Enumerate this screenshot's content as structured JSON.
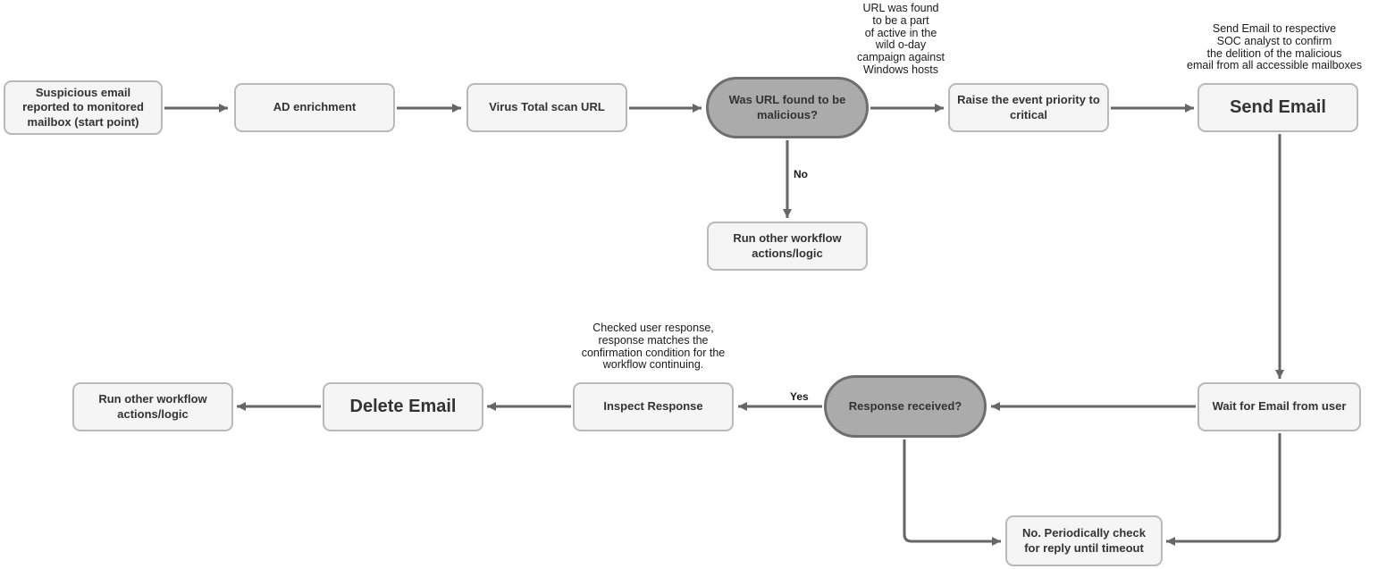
{
  "diagram": {
    "nodes": {
      "start": {
        "label": "Suspicious email reported to monitored mailbox (start point)"
      },
      "ad_enrichment": {
        "label": "AD enrichment"
      },
      "virus_total": {
        "label": "Virus Total scan URL"
      },
      "url_malicious_decision": {
        "label": "Was URL found to be malicious?"
      },
      "raise_priority": {
        "label": "Raise the event priority to critical"
      },
      "send_email": {
        "label": "Send Email"
      },
      "run_other_workflow_top": {
        "label": "Run other workflow actions/logic"
      },
      "wait_for_email": {
        "label": "Wait for Email from user"
      },
      "response_received_decision": {
        "label": "Response received?"
      },
      "inspect_response": {
        "label": "Inspect Response"
      },
      "delete_email": {
        "label": "Delete Email"
      },
      "run_other_workflow_bottom": {
        "label": "Run other workflow actions/logic"
      },
      "periodic_check": {
        "label": "No. Periodically check for reply until timeout"
      }
    },
    "edge_labels": {
      "no": "No",
      "yes": "Yes"
    },
    "annotations": {
      "zero_day": "URL was found\nto be a part\nof active in the\nwild o-day\ncampaign against\nWindows hosts",
      "soc_confirm": "Send Email to respective\nSOC analyst to confirm\nthe delition of the malicious\nemail from all accessible mailboxes",
      "checked_response": "Checked user response,\nresponse matches the\nconfirmation condition for the\nworkflow continuing."
    },
    "colors": {
      "node_fill": "#f5f5f5",
      "node_border": "#b9b9b9",
      "decision_fill": "#ababab",
      "decision_border": "#6e6e6e",
      "arrow": "#666666",
      "text": "#333333"
    }
  }
}
